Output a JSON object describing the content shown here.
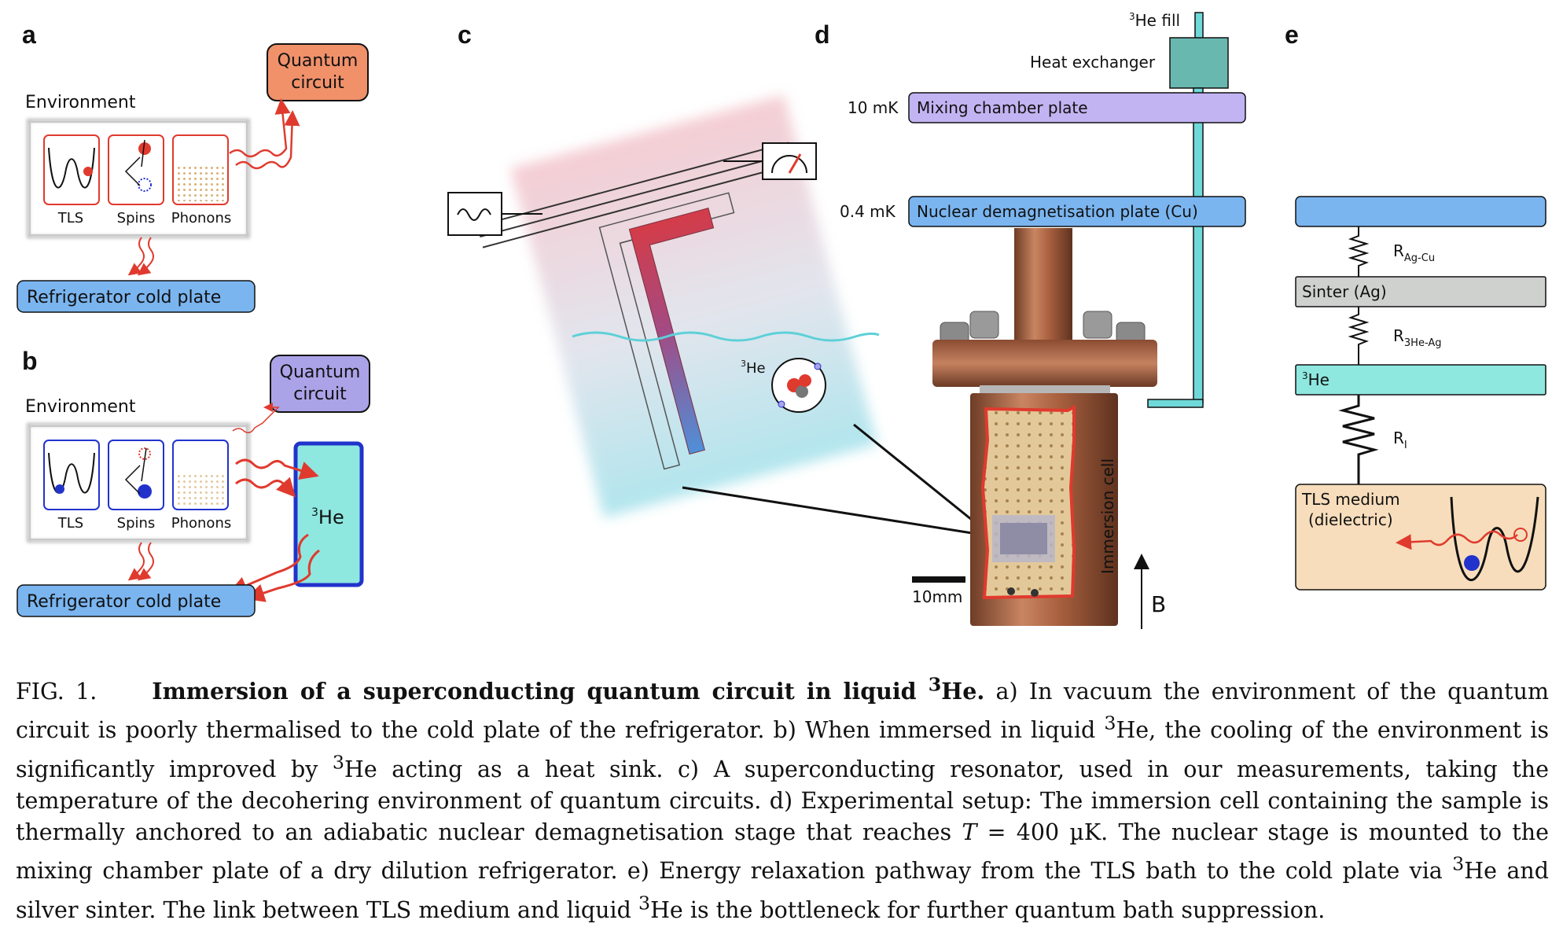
{
  "panels": {
    "a": {
      "label": "a",
      "environment": "Environment",
      "quantum_circuit_line1": "Quantum",
      "quantum_circuit_line2": "circuit",
      "tls": "TLS",
      "spins": "Spins",
      "phonons": "Phonons",
      "cold_plate": "Refrigerator cold plate"
    },
    "b": {
      "label": "b",
      "environment": "Environment",
      "quantum_circuit_line1": "Quantum",
      "quantum_circuit_line2": "circuit",
      "tls": "TLS",
      "spins": "Spins",
      "phonons": "Phonons",
      "cold_plate": "Refrigerator cold plate",
      "he3_sup": "3",
      "he3": "He"
    },
    "c": {
      "label": "c",
      "he3_sup": "3",
      "he3": "He"
    },
    "d": {
      "label": "d",
      "he3_fill_sup": "3",
      "he3_fill": "He fill",
      "heat_exchanger": "Heat exchanger",
      "mixing_temp": "10 mK",
      "mixing_plate": "Mixing chamber plate",
      "nuclear_temp": "0.4 mK",
      "nuclear_plate": "Nuclear demagnetisation plate (Cu)",
      "immersion_cell": "Immersion cell",
      "scale_bar": "10mm",
      "field": "B"
    },
    "e": {
      "label": "e",
      "r_ag_cu": "R",
      "r_ag_cu_sub": "Ag-Cu",
      "sinter": "Sinter (Ag)",
      "r_he_ag": "R",
      "r_he_ag_sub": "3He-Ag",
      "he3_sup": "3",
      "he3": "He",
      "r_i": "R",
      "r_i_sub": "I",
      "tls_medium_line1": "TLS medium",
      "tls_medium_line2": "(dielectric)"
    }
  },
  "caption": {
    "figno": "FIG. 1.",
    "title_pre": "Immersion of a superconducting quantum circuit in liquid ",
    "title_sup": "3",
    "title_post": "He.",
    "s1": " a) In vacuum the environment of the quantum circuit is poorly thermalised to the cold plate of the refrigerator. b) When immersed in liquid ",
    "s1_sup": "3",
    "s2": "He, the cooling of the environment is significantly improved by ",
    "s2_sup": "3",
    "s3": "He acting as a heat sink. c) A superconducting resonator, used in our measurements, taking the temperature of the decohering environment of quantum circuits. d) Experimental setup: The immersion cell containing the sample is thermally anchored to an adiabatic nuclear demagnetisation stage that reaches ",
    "s3_italic": "T",
    "s4": " = 400 µK. The nuclear stage is mounted to the mixing chamber plate of a dry dilution refrigerator. e) Energy relaxation pathway from the TLS bath to the cold plate via ",
    "s4_sup": "3",
    "s5": "He and silver sinter. The link between TLS medium and liquid ",
    "s5_sup": "3",
    "s6": "He is the bottleneck for further quantum bath suppression."
  },
  "colors": {
    "quantum_circuit_a": "#f0916a",
    "quantum_circuit_b": "#aaa3e8",
    "cold_plate": "#7ab5f0",
    "he3": "#8ee8e0",
    "mixing_plate": "#c2b4f2",
    "sinter": "#cfd1cf",
    "tls_medium": "#f7ddbb",
    "red": "#e03a2e",
    "blue": "#2233cc",
    "copper": "#9b5a3a"
  }
}
